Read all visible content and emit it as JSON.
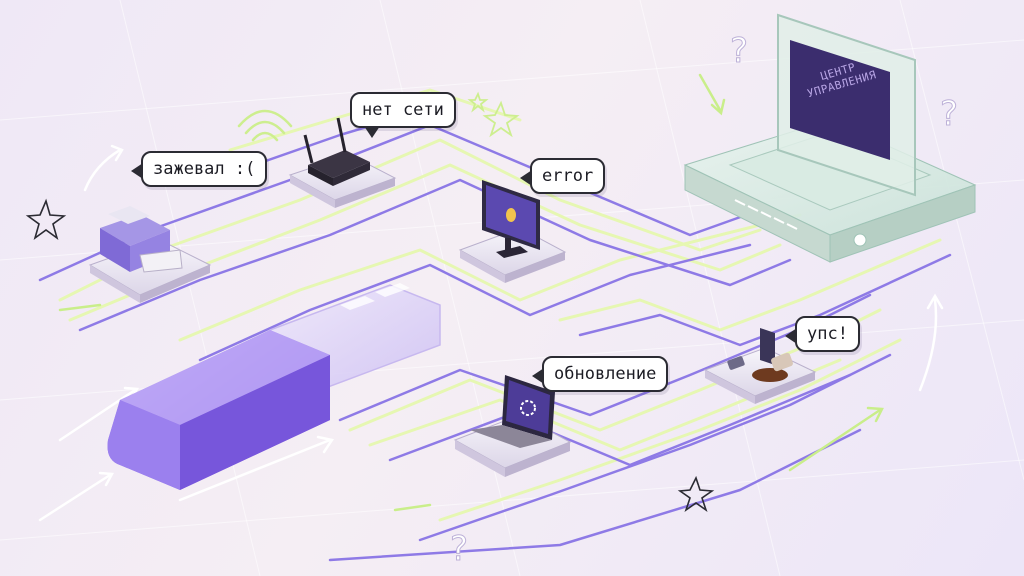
{
  "bubbles": {
    "printer": "зажевал :(",
    "router": "нет сети",
    "monitor": "error",
    "laptop": "обновление",
    "spill": "упс!"
  },
  "control_center": {
    "line1": "ЦЕНТР",
    "line2": "УПРАВЛЕНИЯ"
  },
  "colors": {
    "purple": "#7a5ce0",
    "path_green": "#e4f6b0",
    "path_purple": "#8e7ae6",
    "background": "#efe8f6"
  }
}
